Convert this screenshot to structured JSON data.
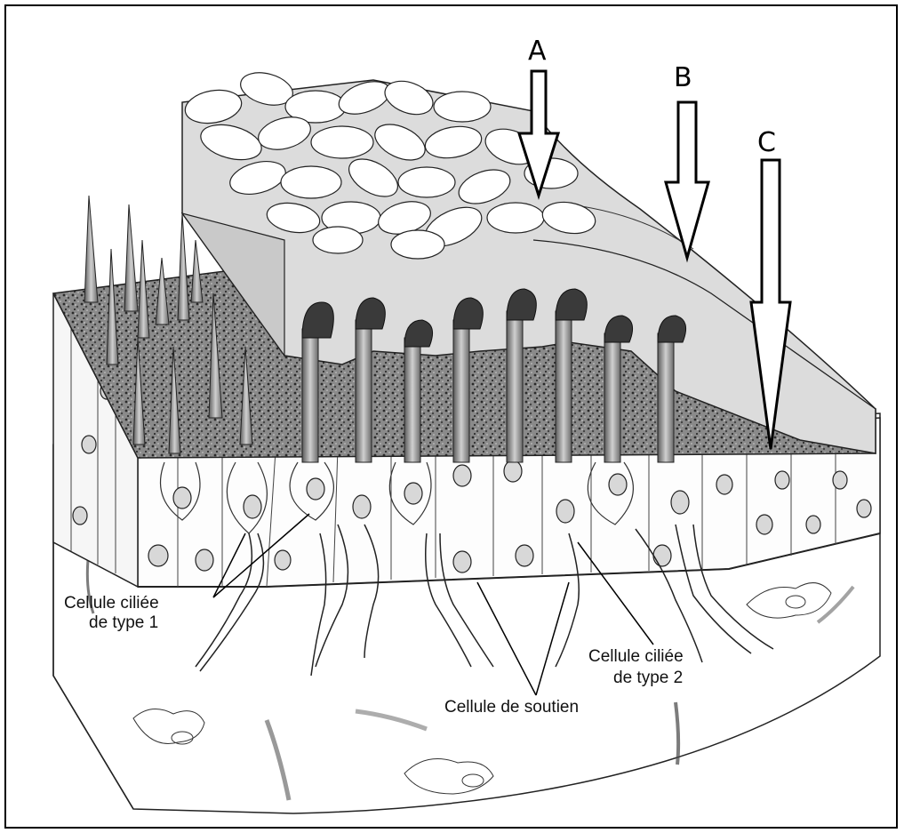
{
  "markers": {
    "a": "A",
    "b": "B",
    "c": "C"
  },
  "labels": {
    "type1_line1": "Cellule ciliée",
    "type1_line2": "de type 1",
    "type2_line1": "Cellule ciliée",
    "type2_line2": "de type 2",
    "soutien": "Cellule de soutien"
  }
}
